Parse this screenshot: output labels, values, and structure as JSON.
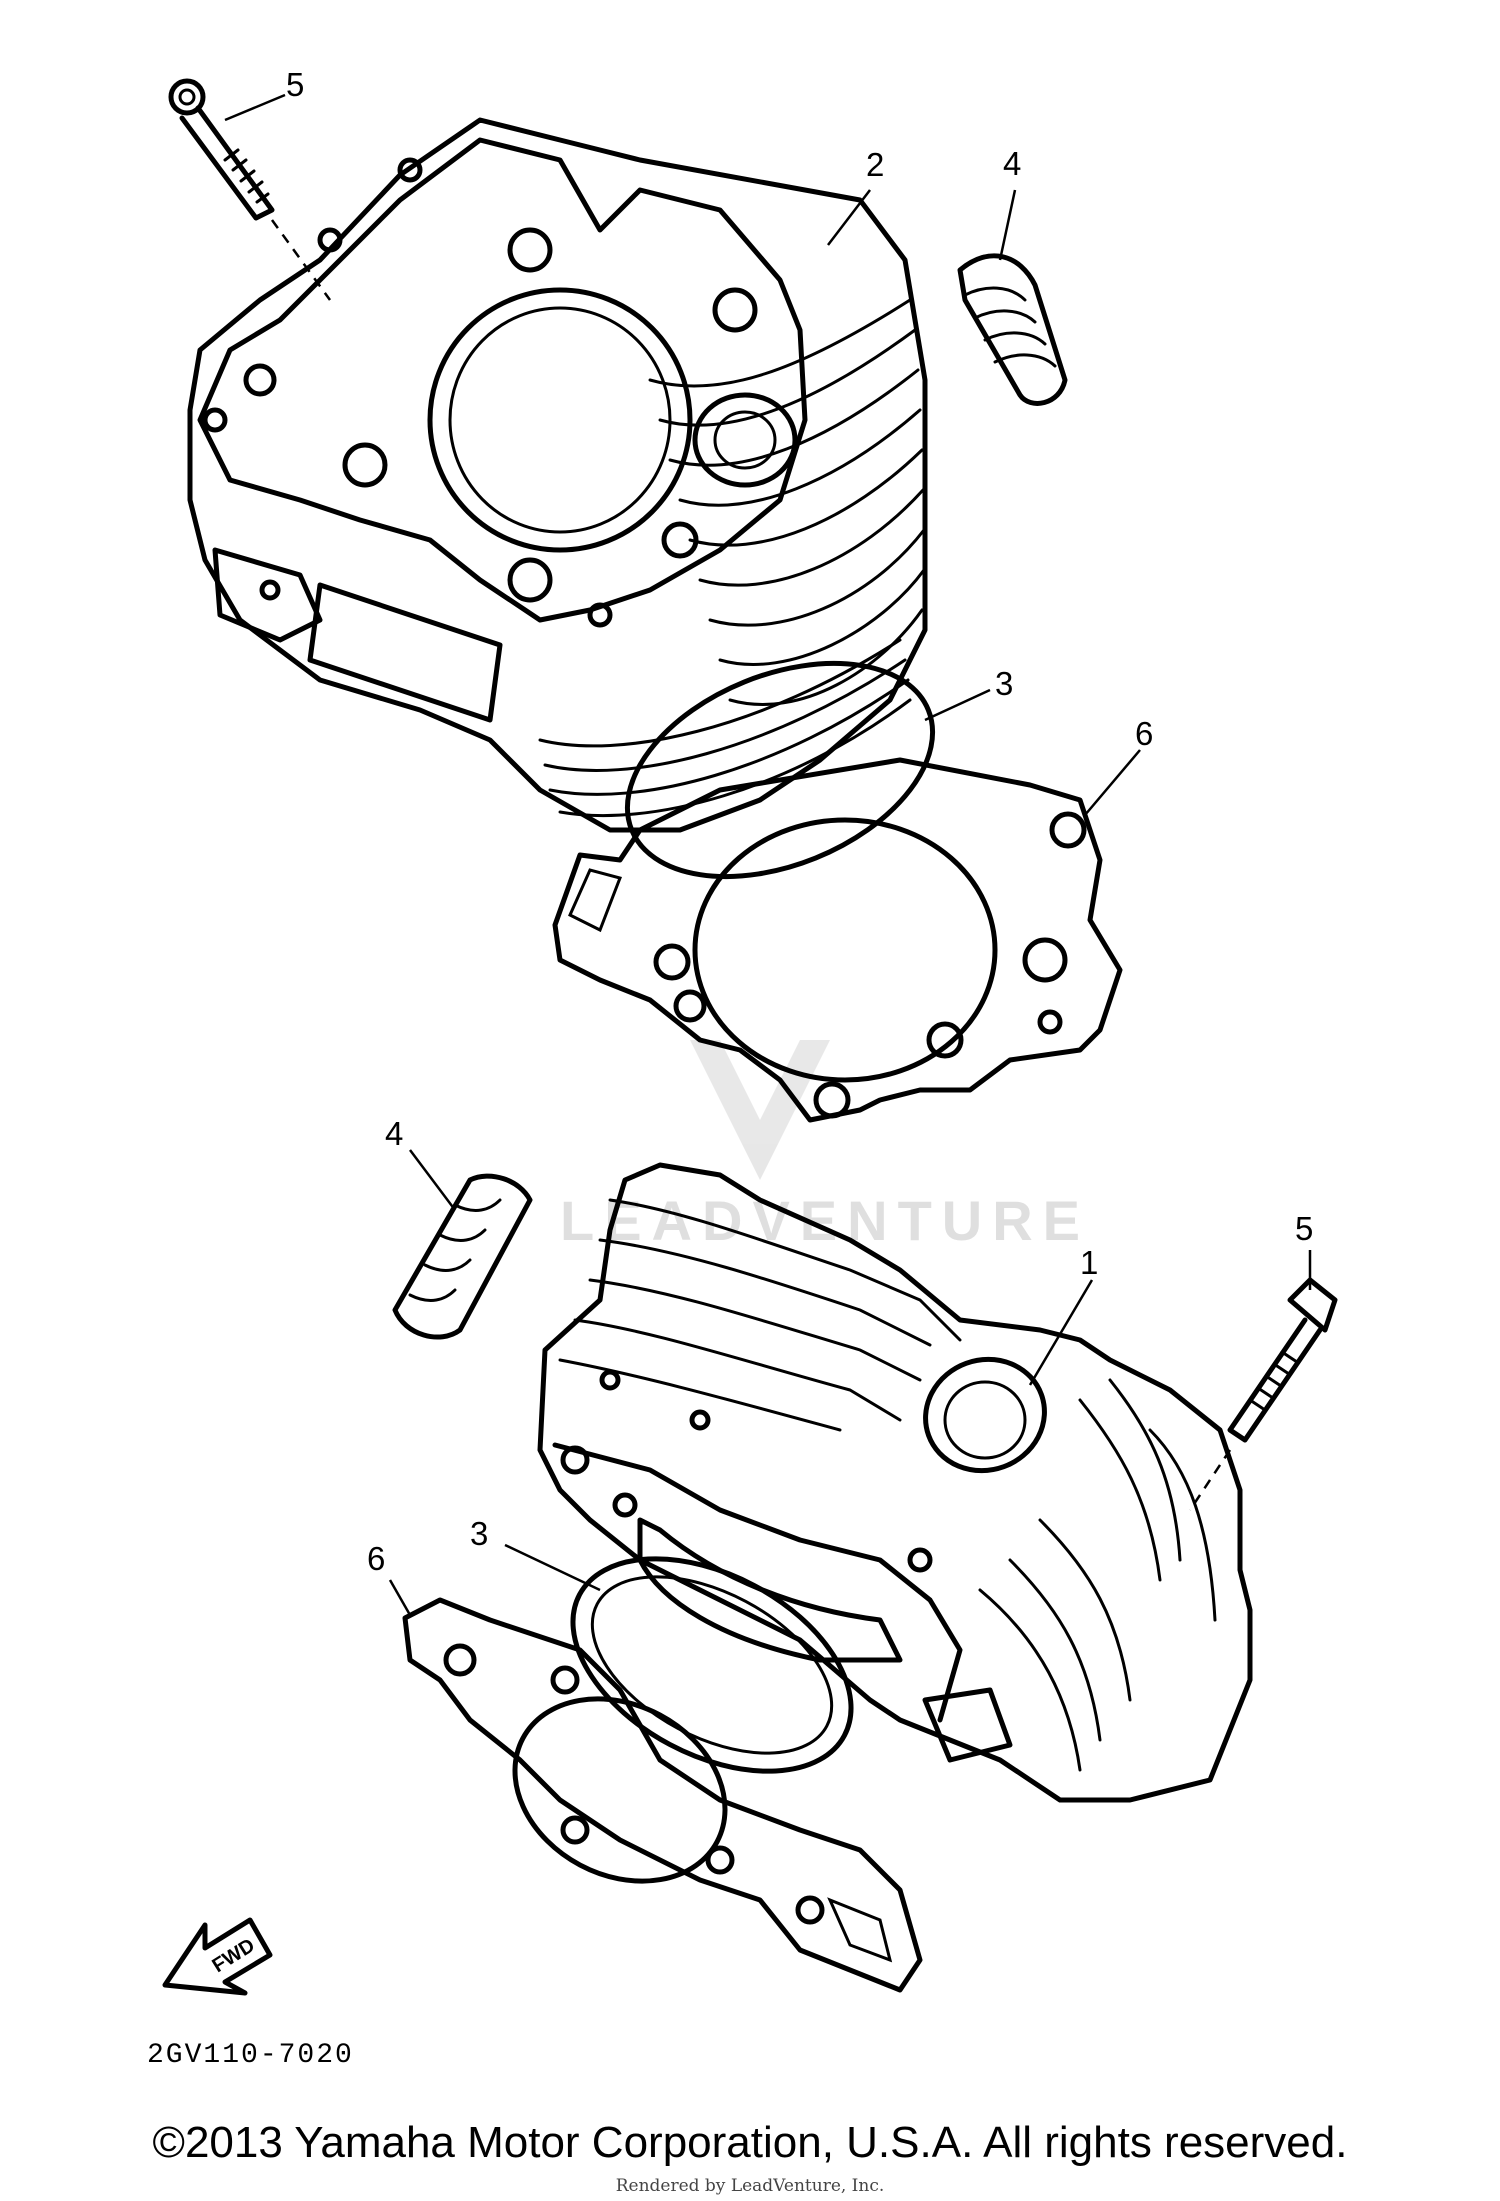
{
  "diagram": {
    "callouts": [
      {
        "id": "top-bolt",
        "label": "5"
      },
      {
        "id": "top-cylinder",
        "label": "2"
      },
      {
        "id": "top-dowel",
        "label": "4"
      },
      {
        "id": "top-oring",
        "label": "3"
      },
      {
        "id": "top-gasket",
        "label": "6"
      },
      {
        "id": "bottom-dowel",
        "label": "4"
      },
      {
        "id": "bottom-bolt",
        "label": "5"
      },
      {
        "id": "bottom-cylinder",
        "label": "1"
      },
      {
        "id": "bottom-gasket",
        "label": "6"
      },
      {
        "id": "bottom-oring",
        "label": "3"
      }
    ],
    "direction_arrow": "FWD",
    "drawing_code": "2GV110-7020",
    "watermark": "LEADVENTURE"
  },
  "footer": {
    "copyright": "©2013 Yamaha Motor Corporation, U.S.A. All rights reserved.",
    "rendered_by": "Rendered by LeadVenture, Inc."
  }
}
